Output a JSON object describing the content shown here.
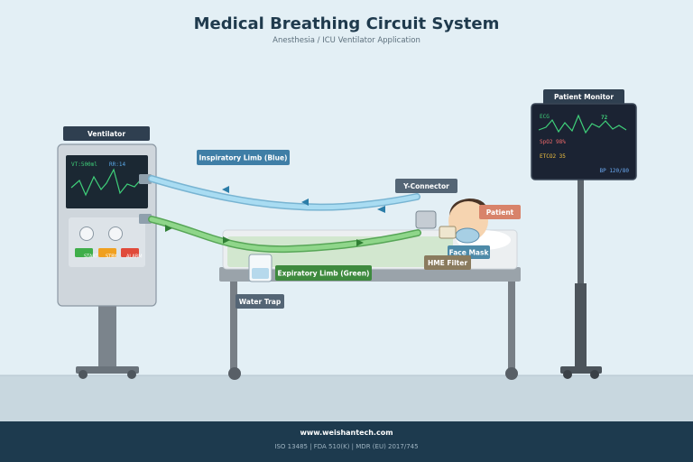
{
  "header": {
    "title": "Medical Breathing Circuit System",
    "subtitle": "Anesthesia / ICU Ventilator Application"
  },
  "ventilator": {
    "label": "Ventilator",
    "screen_vt": "VT:500ml",
    "screen_rr": "RR:14",
    "buttons": [
      {
        "label": "START",
        "color": "#3fae4a"
      },
      {
        "label": "STBY",
        "color": "#f0a020"
      },
      {
        "label": "ALARM",
        "color": "#e04a3a"
      }
    ]
  },
  "labels": {
    "inspiratory": "Inspiratory Limb (Blue)",
    "expiratory": "Expiratory Limb (Green)",
    "y_connector": "Y-Connector",
    "patient": "Patient",
    "face_mask": "Face Mask",
    "hme_filter": "HME Filter",
    "water_trap": "Water Trap"
  },
  "monitor": {
    "label": "Patient Monitor",
    "ecg": "ECG",
    "hr": "72",
    "spo2": "SpO2 98%",
    "etco2": "ETCO2 35",
    "bp": "BP 120/80"
  },
  "footer": {
    "website": "www.weishantech.com",
    "certs": "ISO 13485  |  FDA 510(K)  |  MDR (EU) 2017/745"
  },
  "colors": {
    "inspiratory": "#8ec9e6",
    "expiratory": "#7cc777",
    "dark_panel": "#2f3f50",
    "footer": "#1d3a4e"
  }
}
